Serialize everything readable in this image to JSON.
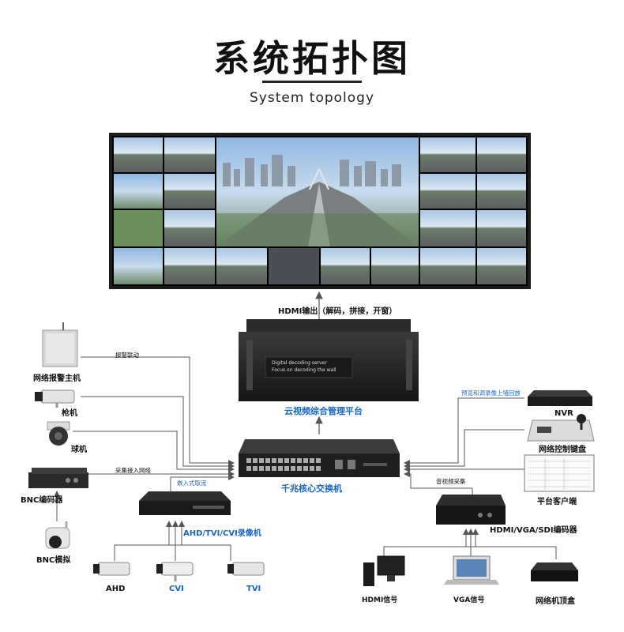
{
  "title": "系统拓扑图",
  "subtitle": "System topology",
  "wall": {
    "output_label": "HDMI输出（解码，拼接，开窗）"
  },
  "decoder": {
    "panel_line1": "Digital decoding server",
    "panel_line2": "Focus on decoding the wall",
    "name": "云视频综合管理平台"
  },
  "switch": {
    "name": "千兆核心交换机"
  },
  "left": {
    "alarm_host": "网络报警主机",
    "alarm_link": "报警联动",
    "bullet_camera": "枪机",
    "dome_camera": "球机",
    "collect_access": "采集接入网络",
    "bnc_encoder": "BNC编码器",
    "bnc_analog": "BNC模拟",
    "embedded_label": "嵌入式取流",
    "dvr_label": "AHD/TVI/CVI录像机",
    "ahd": "AHD",
    "cvi": "CVI",
    "tvi": "TVI"
  },
  "right": {
    "preview_label": "预览和调录像上墙回放",
    "nvr": "NVR",
    "keyboard": "网络控制键盘",
    "client": "平台客户端",
    "av_collect": "音视频采集",
    "hdmi_encoder": "HDMI/VGA/SDI编码器",
    "hdmi_signal": "HDMI信号",
    "vga_signal": "VGA信号",
    "settop": "网络机顶盒"
  },
  "colors": {
    "line": "#555555",
    "accent_blue": "#1a66c8",
    "device_dark": "#222222"
  }
}
